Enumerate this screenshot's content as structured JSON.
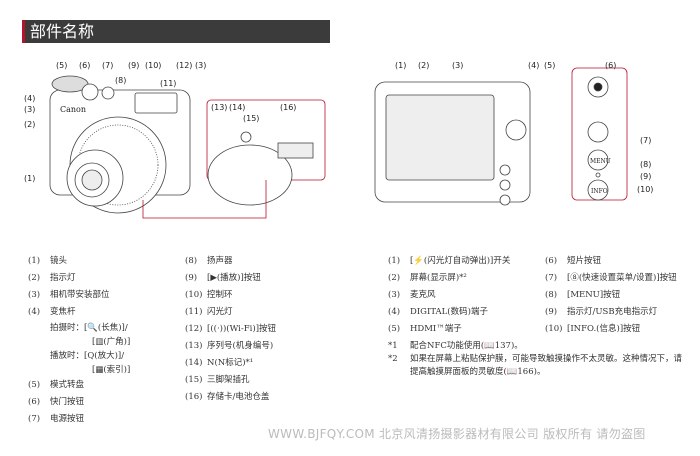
{
  "title": "部件名称",
  "front_labels": [
    "(5)",
    "(6)",
    "(7)",
    "(9)",
    "(10)",
    "(12)",
    "(3)",
    "(8)",
    "(11)",
    "(4)",
    "(3)",
    "(2)",
    "(1)",
    "(13)",
    "(14)",
    "(15)",
    "(16)"
  ],
  "back_labels": [
    "(1)",
    "(2)",
    "(3)",
    "(4)",
    "(5)",
    "(6)",
    "(7)",
    "(8)",
    "(9)",
    "(10)"
  ],
  "left_col1": [
    {
      "n": "(1)",
      "t": "镜头"
    },
    {
      "n": "(2)",
      "t": "指示灯"
    },
    {
      "n": "(3)",
      "t": "相机带安装部位"
    },
    {
      "n": "(4)",
      "t": "变焦杆"
    }
  ],
  "zoom_sub": [
    "拍摄时：[🔍(长焦)]/",
    "[▥(广角)]",
    "播放时：[Q(放大)]/",
    "[▦(索引)]"
  ],
  "left_col1b": [
    {
      "n": "(5)",
      "t": "模式转盘"
    },
    {
      "n": "(6)",
      "t": "快门按钮"
    },
    {
      "n": "(7)",
      "t": "电源按钮"
    }
  ],
  "left_col2": [
    {
      "n": "(8)",
      "t": "扬声器"
    },
    {
      "n": "(9)",
      "t": "[▶(播放)]按钮"
    },
    {
      "n": "(10)",
      "t": "控制环"
    },
    {
      "n": "(11)",
      "t": "闪光灯"
    },
    {
      "n": "(12)",
      "t": "[((·))(Wi-Fi)]按钮"
    },
    {
      "n": "(13)",
      "t": "序列号(机身编号)"
    },
    {
      "n": "(14)",
      "t": "N(N标记)*¹"
    },
    {
      "n": "(15)",
      "t": "三脚架插孔"
    },
    {
      "n": "(16)",
      "t": "存储卡/电池仓盖"
    }
  ],
  "right_col1": [
    {
      "n": "(1)",
      "t": "[⚡(闪光灯自动弹出)]开关"
    },
    {
      "n": "(2)",
      "t": "屏幕(显示屏)*²"
    },
    {
      "n": "(3)",
      "t": "麦克风"
    },
    {
      "n": "(4)",
      "t": "DIGITAL(数码)端子"
    },
    {
      "n": "(5)",
      "t": "HDMI™端子"
    }
  ],
  "right_col2": [
    {
      "n": "(6)",
      "t": "短片按钮"
    },
    {
      "n": "(7)",
      "t": "[⑧(快速设置菜单/设置)]按钮"
    },
    {
      "n": "(8)",
      "t": "[MENU]按钮"
    },
    {
      "n": "(9)",
      "t": "指示灯/USB充电指示灯"
    },
    {
      "n": "(10)",
      "t": "[INFO.(信息)]按钮"
    }
  ],
  "footnotes": [
    {
      "n": "*1",
      "t": "配合NFC功能使用(📖137)。"
    },
    {
      "n": "*2",
      "t": "如果在屏幕上粘贴保护膜，可能导致触摸操作不太灵敏。这种情况下，请提高触摸屏面板的灵敏度(📖166)。"
    }
  ],
  "watermark": "WWW.BJFQY.COM 北京风清扬摄影器材有限公司 版权所有 请勿盗图",
  "logo": "Canon",
  "back_buttons": [
    "MENU",
    "INFO"
  ]
}
